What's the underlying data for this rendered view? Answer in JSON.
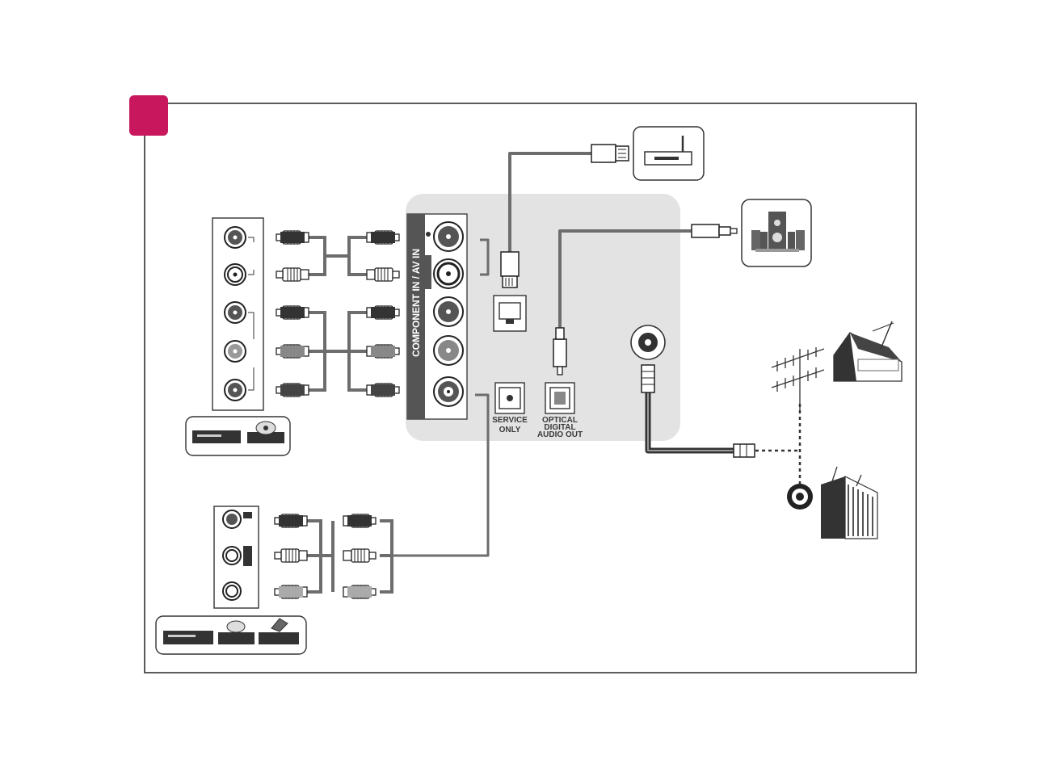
{
  "panel": {
    "component_label": "COMPONENT IN / AV IN",
    "service_line1": "SERVICE",
    "service_line2": "ONLY",
    "optical_line1": "OPTICAL",
    "optical_line2": "DIGITAL",
    "optical_line3": "AUDIO OUT"
  },
  "colors": {
    "badge": "#c8175c",
    "panel": "#e3e3e3",
    "cable": "#6d6d6d",
    "frame": "#333333"
  },
  "icons": [
    "router-icon",
    "home-theater-icon",
    "antenna-icon",
    "house-icon",
    "building-icon",
    "satellite-dish-icon",
    "dvd-player-icon",
    "vcr-icon"
  ]
}
